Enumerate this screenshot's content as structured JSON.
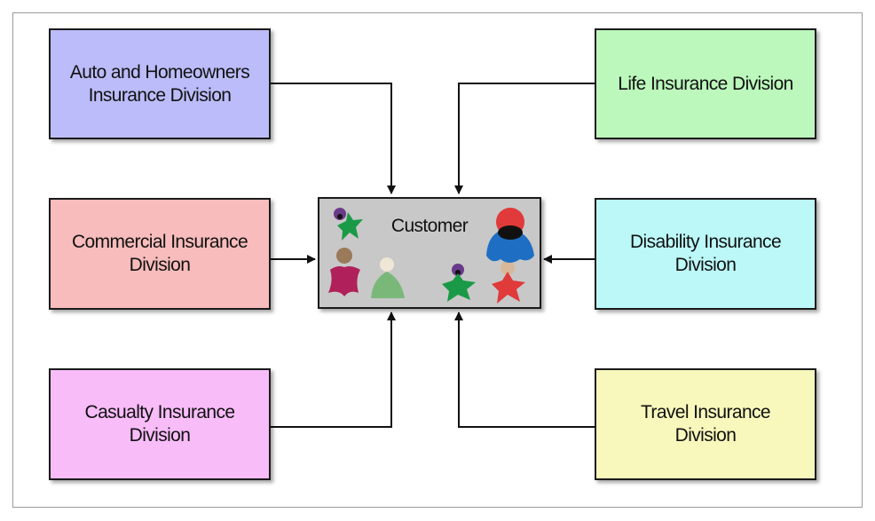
{
  "diagram": {
    "customer_label": "Customer",
    "divisions": {
      "auto": {
        "label": "Auto and Homeowners\nInsurance Division",
        "color": "#bcbcfa"
      },
      "commercial": {
        "label": "Commercial Insurance\nDivision",
        "color": "#f8bcbc"
      },
      "casualty": {
        "label": "Casualty Insurance\nDivision",
        "color": "#f8bcf8"
      },
      "life": {
        "label": "Life Insurance Division",
        "color": "#bcf8bc"
      },
      "disability": {
        "label": "Disability Insurance\nDivision",
        "color": "#bcf8f8"
      },
      "travel": {
        "label": "Travel Insurance\nDivision",
        "color": "#f8f8bc"
      }
    },
    "customer_color": "#c8c8c8"
  }
}
